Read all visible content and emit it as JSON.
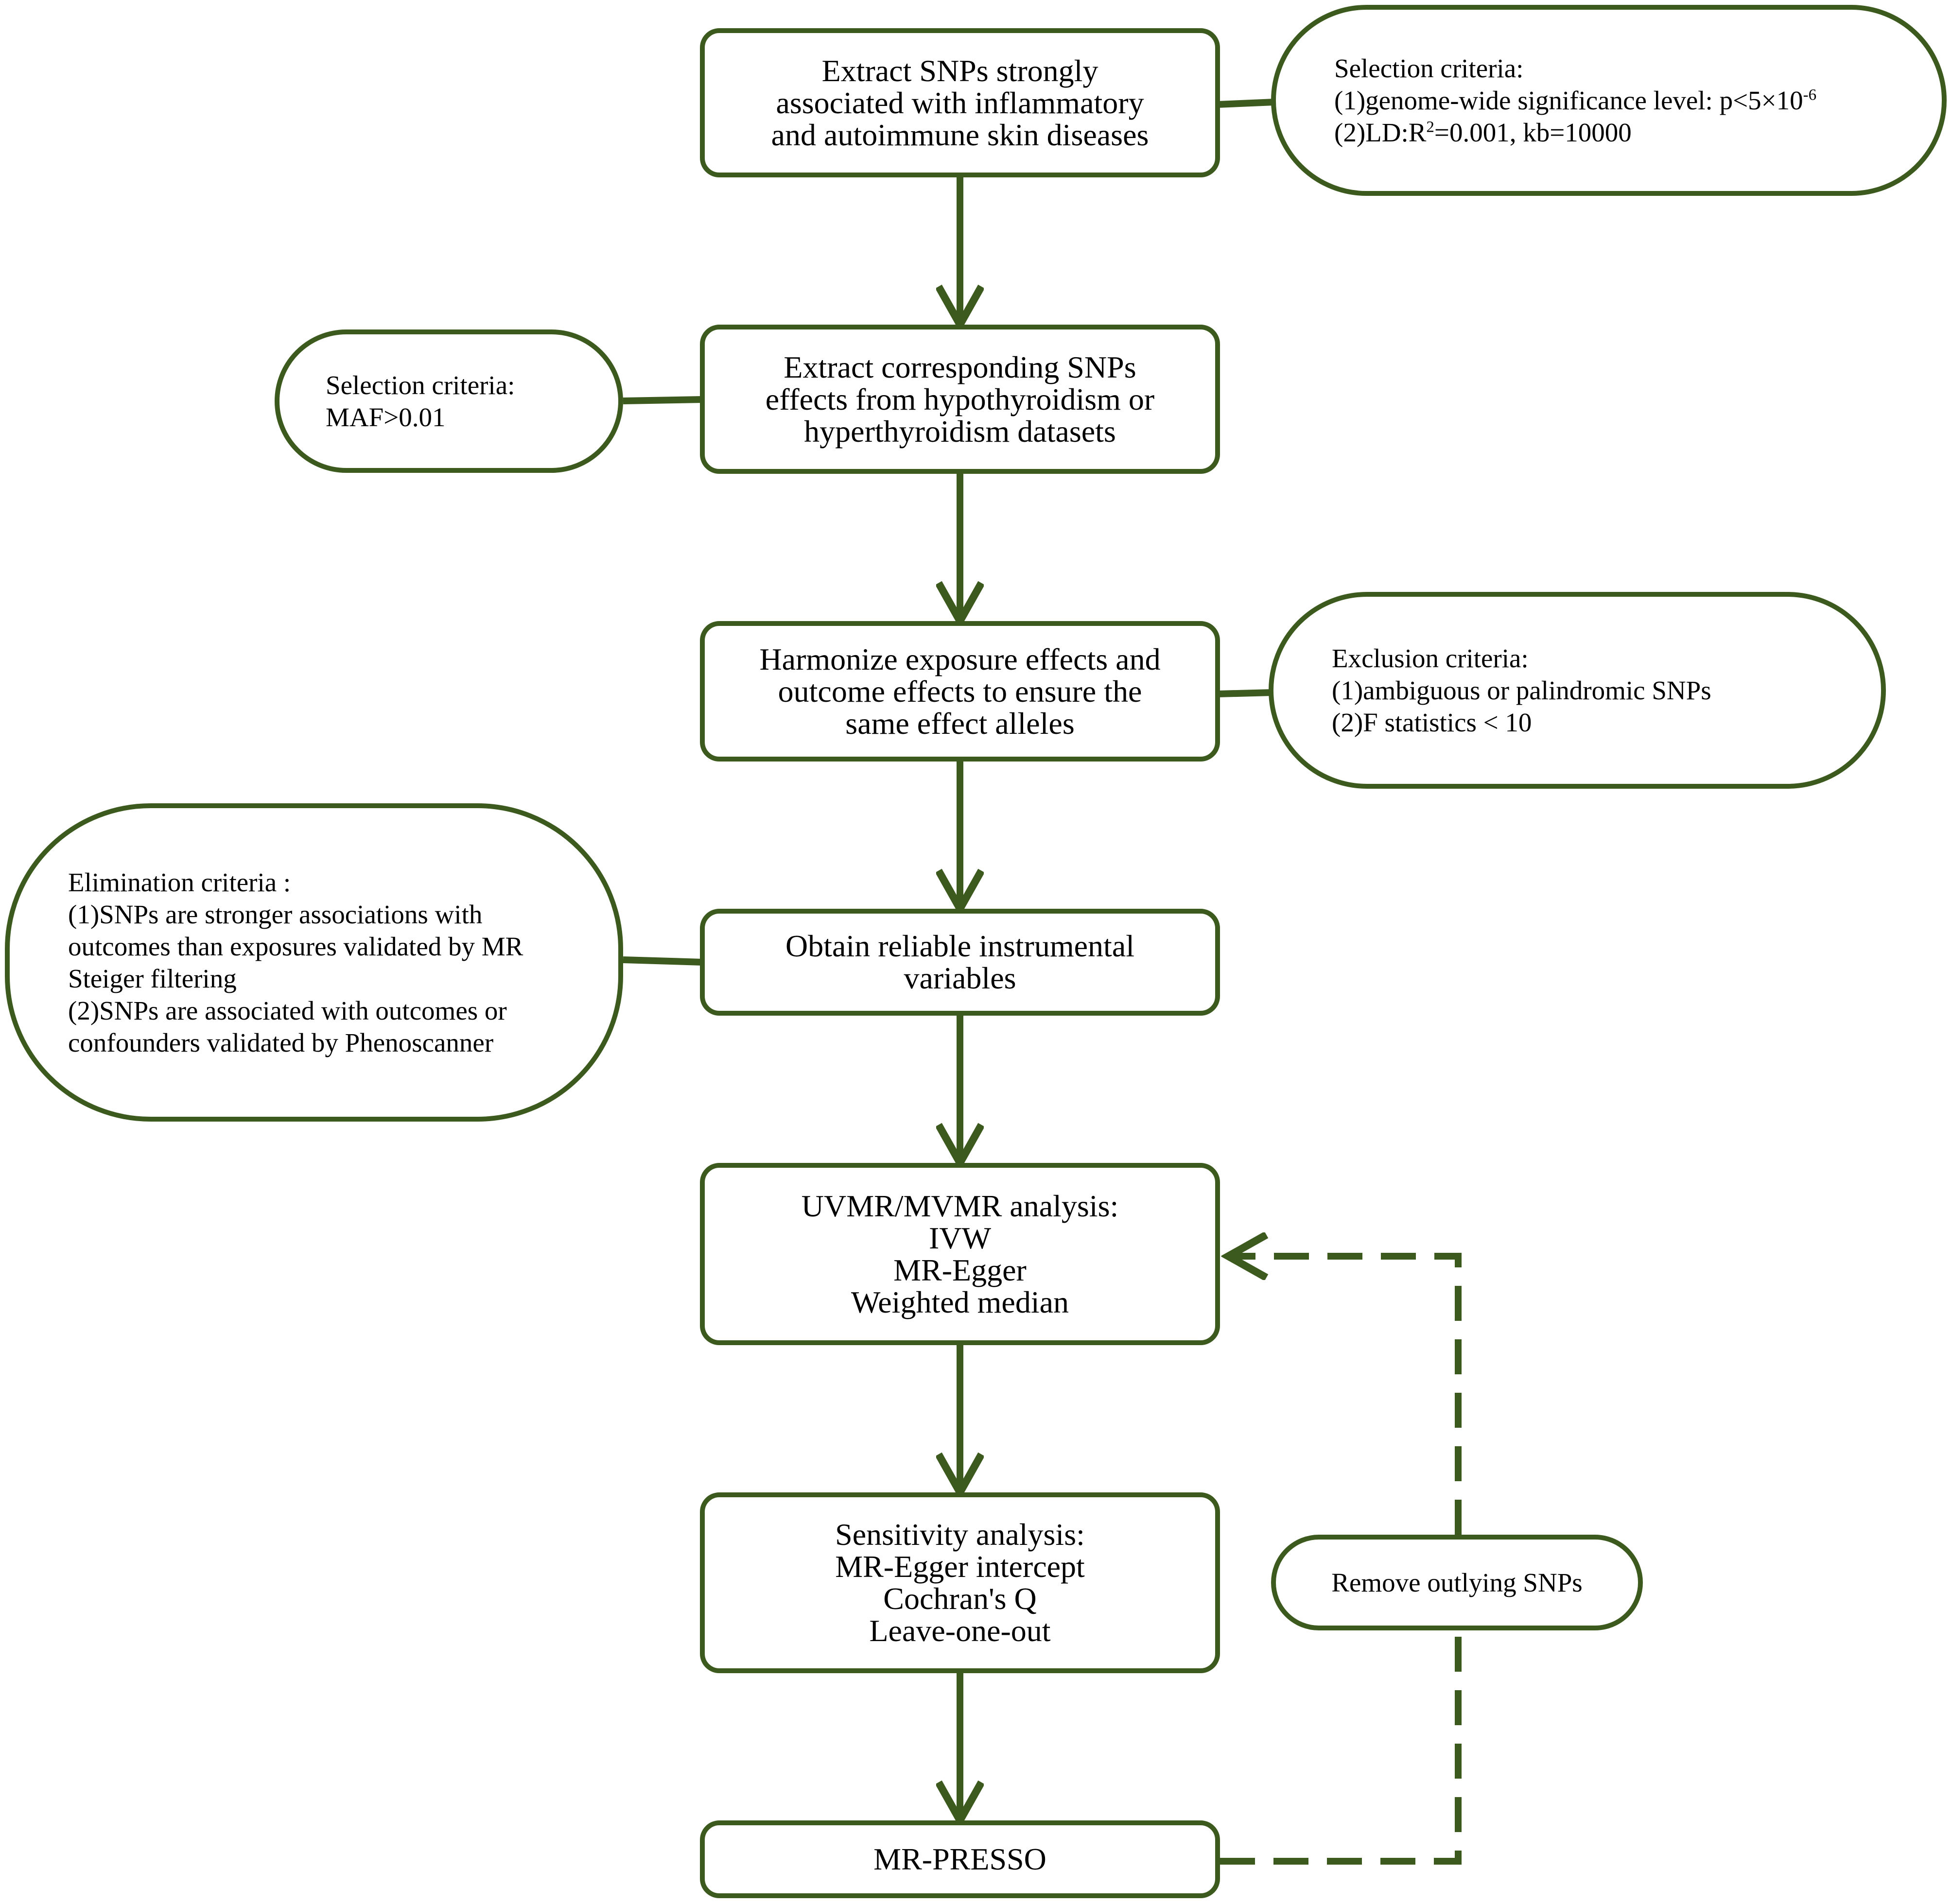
{
  "colors": {
    "stroke": "#3d5a1e",
    "background": "#ffffff",
    "text": "#000000"
  },
  "steps": {
    "extract": {
      "lines": [
        "Extract SNPs strongly",
        "associated with inflammatory",
        "and autoimmune skin diseases"
      ]
    },
    "corresponding": {
      "lines": [
        "Extract corresponding SNPs",
        "effects from hypothyroidism or",
        "hyperthyroidism datasets"
      ]
    },
    "harmonize": {
      "lines": [
        "Harmonize exposure effects and",
        "outcome effects to ensure the",
        "same effect alleles"
      ]
    },
    "obtain": {
      "lines": [
        "Obtain reliable instrumental",
        "variables"
      ]
    },
    "uvmr": {
      "lines": [
        "UVMR/MVMR analysis:",
        "IVW",
        "MR-Egger",
        "Weighted median"
      ]
    },
    "sensitivity": {
      "lines": [
        "Sensitivity analysis:",
        "MR-Egger intercept",
        "Cochran's Q",
        "Leave-one-out"
      ]
    },
    "presso": {
      "label": "MR-PRESSO"
    }
  },
  "criteria": {
    "selection1": {
      "title": "Selection criteria:",
      "line1": "(1)genome-wide significance level: p<5×10",
      "line1_sup": "-6",
      "line2_pre": "(2)LD:R",
      "line2_sup": "2",
      "line2_post": "=0.001, kb=10000"
    },
    "selection2": {
      "lines": [
        "Selection criteria:",
        "MAF>0.01"
      ]
    },
    "exclusion": {
      "lines": [
        "Exclusion criteria:",
        "(1)ambiguous or palindromic SNPs",
        "(2)F statistics < 10"
      ]
    },
    "elimination": {
      "lines": [
        "Elimination criteria :",
        "(1)SNPs are stronger associations with",
        "outcomes than exposures validated by MR",
        "Steiger filtering",
        "(2)SNPs are associated with outcomes or",
        "confounders validated by Phenoscanner"
      ]
    },
    "remove_outliers": {
      "label": "Remove outlying SNPs"
    }
  }
}
